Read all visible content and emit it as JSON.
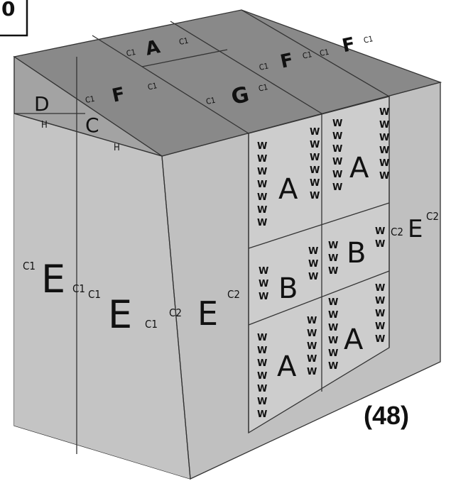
{
  "labels": {
    "A": "A",
    "B": "B",
    "C": "C",
    "D": "D",
    "E": "E",
    "F": "F",
    "G": "G",
    "H": "H",
    "W": "W",
    "C1": "C1",
    "C2": "C2"
  },
  "figure_number": "(48)",
  "corner_mark": "0",
  "colors": {
    "top": "#8a8a8a",
    "left_face": "#c6c6c6",
    "right_face": "#c2c2c2",
    "inner_panel": "#cdcdcd",
    "line": "#333333"
  }
}
